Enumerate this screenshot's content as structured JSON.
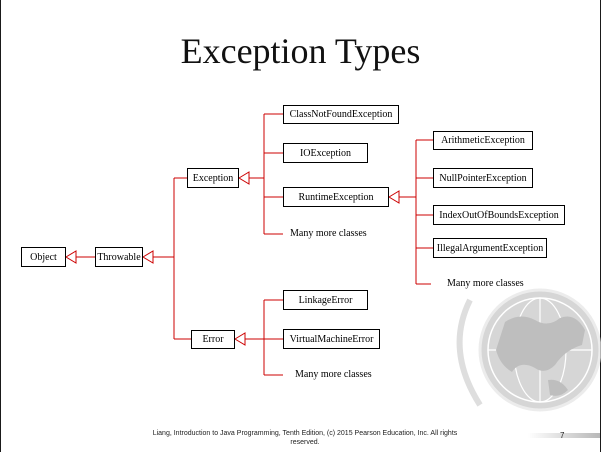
{
  "title": "Exception Types",
  "boxes": {
    "object": "Object",
    "throwable": "Throwable",
    "exception": "Exception",
    "error": "Error",
    "class_not_found": "ClassNotFoundException",
    "io_exception": "IOException",
    "runtime_exception": "RuntimeException",
    "arithmetic": "ArithmeticException",
    "null_pointer": "NullPointerException",
    "index_out_of_bounds": "IndexOutOfBoundsException",
    "illegal_argument": "IllegalArgumentException",
    "linkage_error": "LinkageError",
    "virtual_machine_error": "VirtualMachineError"
  },
  "more_exception": "Many more classes",
  "more_runtime": "Many more classes",
  "more_error": "Many more classes",
  "footer": "Liang, Introduction to Java Programming, Tenth Edition, (c) 2015 Pearson Education, Inc. All rights reserved.",
  "page_number": "7",
  "colors": {
    "connector": "#cc0000",
    "box_border": "#000000",
    "globe": "#b0b0b0"
  },
  "icons": {
    "globe": "globe-icon"
  }
}
